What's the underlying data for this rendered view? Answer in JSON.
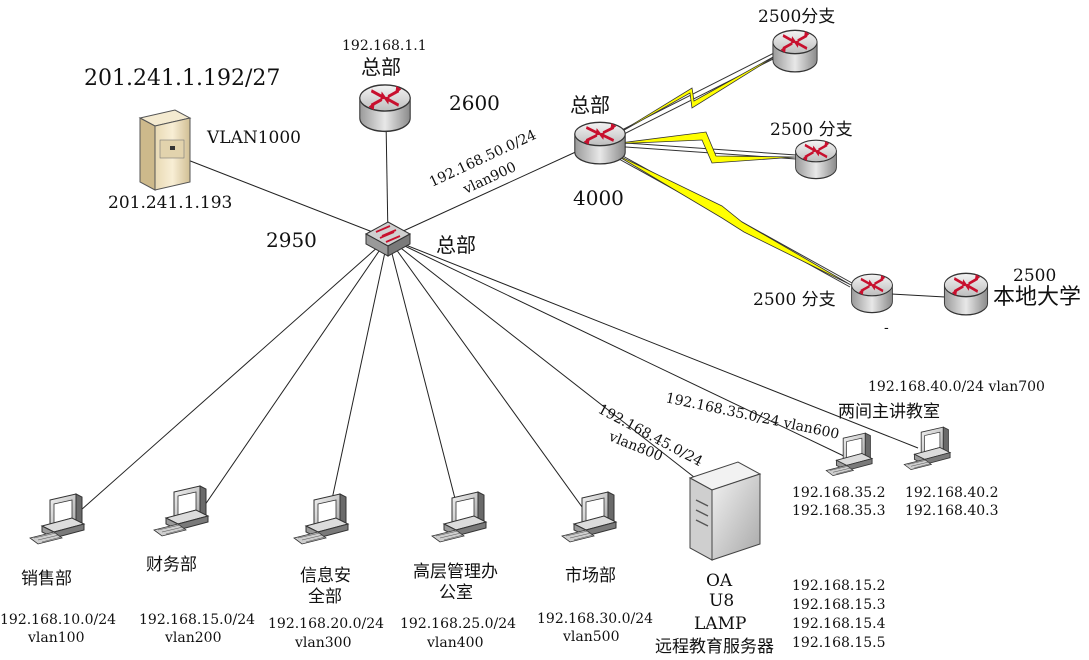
{
  "subnet_public": "201.241.1.192/27",
  "server": {
    "vlan": "VLAN1000",
    "ip": "201.241.1.193"
  },
  "router_top": {
    "ip": "192.168.1.1",
    "name": "总部",
    "model": "2600"
  },
  "core_switch": {
    "model": "2950",
    "name": "总部"
  },
  "router_4000": {
    "name": "总部",
    "model": "4000",
    "link_net": "192.168.50.0/24",
    "link_vlan": "vlan900"
  },
  "branches": {
    "b1": "2500分支",
    "b2": "2500 分支",
    "b3": "2500 分支",
    "b3_mark": "-",
    "local_uni_model": "2500",
    "local_uni_name": "本地大学"
  },
  "vlan_links": {
    "classroom": "192.168.40.0/24  vlan700",
    "classroom_name": "两间主讲教室",
    "v600": "192.168.35.0/24  vlan600",
    "v800_net": "192.168.45.0/24",
    "v800_vlan": "vlan800"
  },
  "pcs": {
    "sales": {
      "name": "销售部",
      "net": "192.168.10.0/24",
      "vlan": "vlan100"
    },
    "finance": {
      "name": "财务部",
      "net": "192.168.15.0/24",
      "vlan": "vlan200"
    },
    "security": {
      "name_l1": "信息安",
      "name_l2": "全部",
      "net": "192.168.20.0/24",
      "vlan": "vlan300"
    },
    "mgmt": {
      "name_l1": "高层管理办",
      "name_l2": "公室",
      "net": "192.168.25.0/24",
      "vlan": "vlan400"
    },
    "market": {
      "name": "市场部",
      "net": "192.168.30.0/24",
      "vlan": "vlan500"
    },
    "pc35": {
      "ip1": "192.168.35.2",
      "ip2": "192.168.35.3"
    },
    "pc40": {
      "ip1": "192.168.40.2",
      "ip2": "192.168.40.3"
    }
  },
  "edu_server": {
    "l1": "OA",
    "l2": "U8",
    "l3": "LAMP",
    "l4": "远程教育服务器",
    "ips": [
      "192.168.15.2",
      "192.168.15.3",
      "192.168.15.4",
      "192.168.15.5"
    ]
  }
}
